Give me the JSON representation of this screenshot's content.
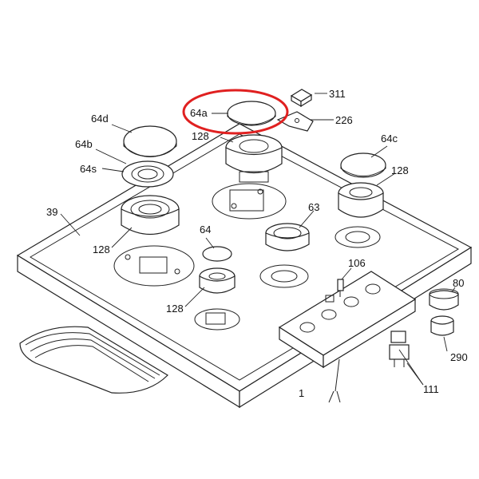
{
  "labels": {
    "l311": "311",
    "l64a": "64a",
    "l226": "226",
    "l64d": "64d",
    "l128_top": "128",
    "l64b": "64b",
    "l64c": "64c",
    "l64s": "64s",
    "l128_right": "128",
    "l39": "39",
    "l63": "63",
    "l64": "64",
    "l128_left": "128",
    "l106": "106",
    "l80": "80",
    "l128_front": "128",
    "l290": "290",
    "l111": "111",
    "l1xx_partial": "1"
  },
  "highlight": {
    "color": "#e02020",
    "target": "64a"
  },
  "line_color": "#222222"
}
